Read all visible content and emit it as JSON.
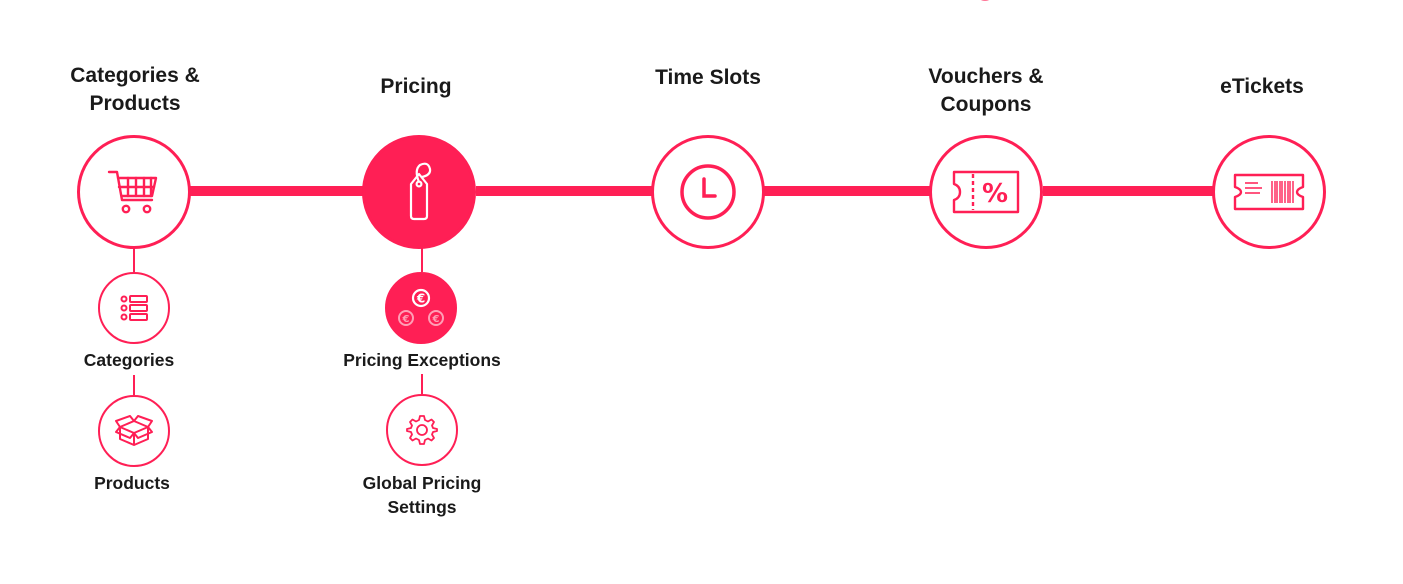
{
  "accent_color": "#ff1f55",
  "steps": [
    {
      "title_lines": [
        "Categories &",
        "Products"
      ],
      "icon": "shopping-cart-icon",
      "active": false
    },
    {
      "title_lines": [
        "Pricing"
      ],
      "icon": "price-tag-icon",
      "active": true
    },
    {
      "title_lines": [
        "Time Slots"
      ],
      "icon": "clock-icon",
      "active": false
    },
    {
      "title_lines": [
        "Vouchers &",
        "Coupons"
      ],
      "icon": "voucher-percent-icon",
      "active": false
    },
    {
      "title_lines": [
        "eTickets"
      ],
      "icon": "eticket-icon",
      "active": false
    }
  ],
  "substeps": {
    "categories": {
      "label_lines": [
        "Categories"
      ],
      "icon": "list-icon"
    },
    "products": {
      "label_lines": [
        "Products"
      ],
      "icon": "box-icon"
    },
    "pricing_exceptions": {
      "label_lines": [
        "Pricing Exceptions"
      ],
      "icon": "euro-coins-icon",
      "active": true
    },
    "global_pricing_settings": {
      "label_lines": [
        "Global Pricing",
        "Settings"
      ],
      "icon": "gear-icon"
    }
  }
}
